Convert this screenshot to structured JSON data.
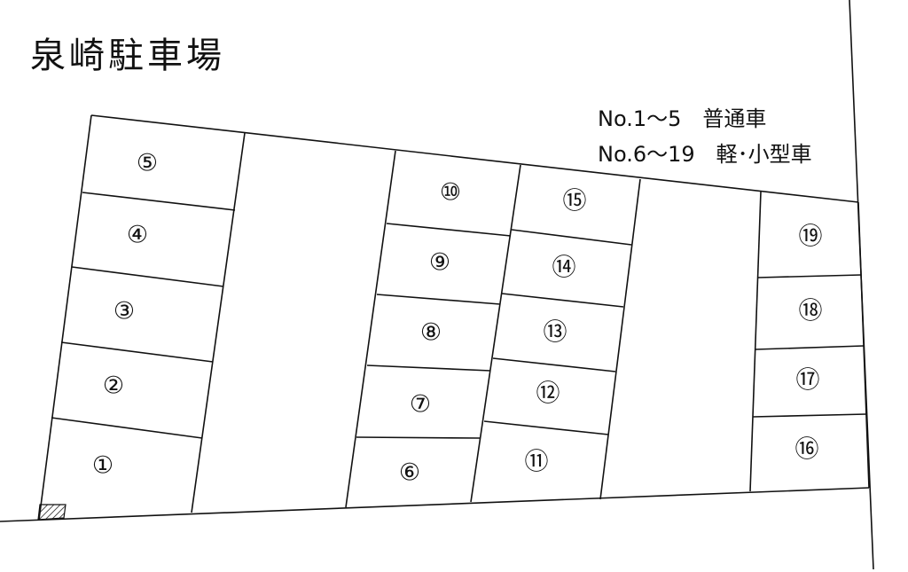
{
  "title": "泉崎駐車場",
  "legend": [
    "No.1～5　普通車",
    "No.6～19　軽･小型車"
  ],
  "stalls": [
    "①",
    "②",
    "③",
    "④",
    "⑤",
    "⑥",
    "⑦",
    "⑧",
    "⑨",
    "⑩",
    "⑪",
    "⑫",
    "⑬",
    "⑭",
    "⑮",
    "⑯",
    "⑰",
    "⑱",
    "⑲"
  ]
}
